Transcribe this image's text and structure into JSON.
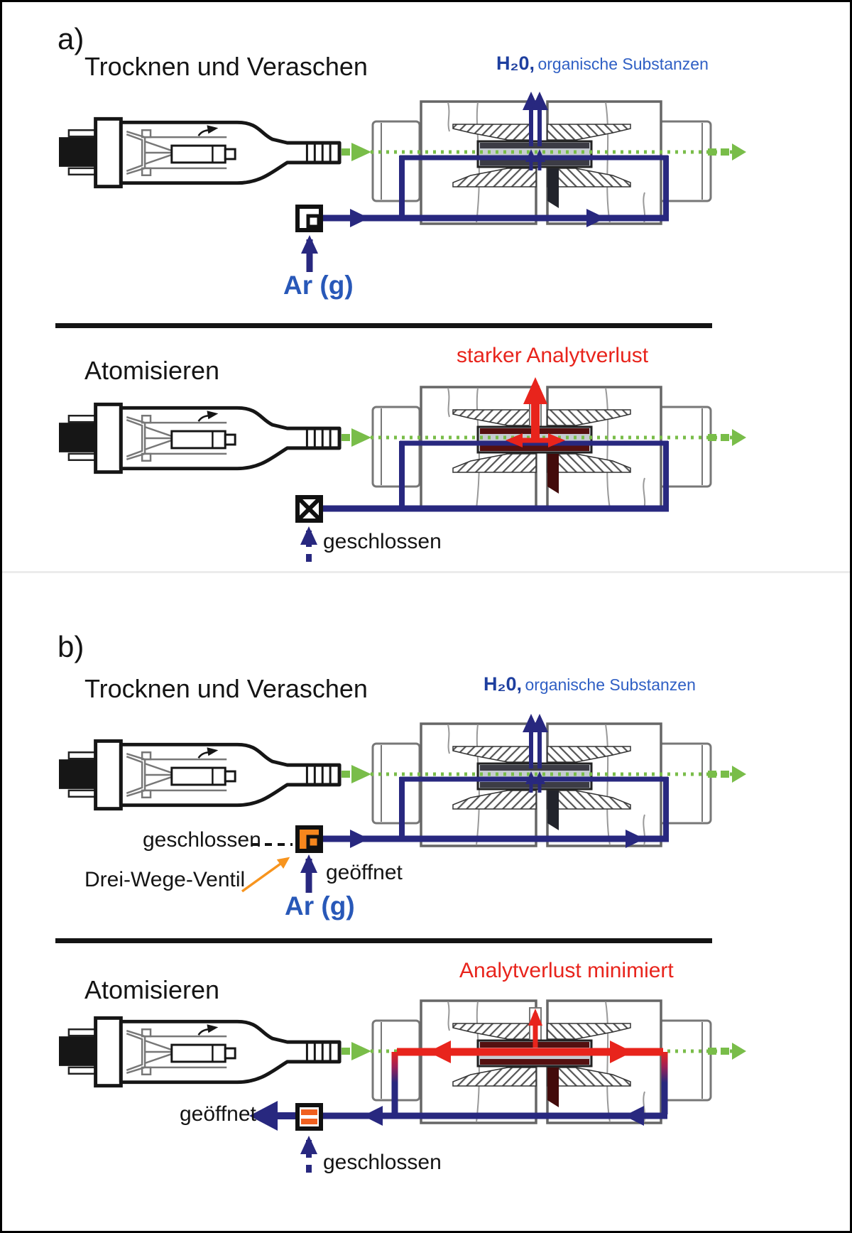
{
  "colors": {
    "flow_line": "#28287f",
    "gas_text": "#2858b8",
    "exhaust_bold": "#1e3f9f",
    "exhaust_regular": "#2f5fc4",
    "warning_red": "#e8241c",
    "valve_orange": "#f5861d",
    "beam_green": "#79bd49",
    "divider": "#141414"
  },
  "panel_a": {
    "label": "a)",
    "drying": {
      "title": "Trocknen und Veraschen",
      "exhaust_bold": "H₂0,",
      "exhaust_rest": "organische Substanzen",
      "gas_label": "Ar (g)"
    },
    "atomizing": {
      "title": "Atomisieren",
      "warning": "starker Analytverlust",
      "valve_state": "geschlossen"
    }
  },
  "panel_b": {
    "label": "b)",
    "drying": {
      "title": "Trocknen und Veraschen",
      "exhaust_bold": "H₂0,",
      "exhaust_rest": "organische Substanzen",
      "gas_label": "Ar (g)",
      "bypass_state": "geschlossen",
      "valve_name": "Drei-Wege-Ventil",
      "inlet_state": "geöffnet"
    },
    "atomizing": {
      "title": "Atomisieren",
      "note": "Analytverlust minimiert",
      "outlet_state": "geöffnet",
      "inlet_state": "geschlossen"
    }
  }
}
